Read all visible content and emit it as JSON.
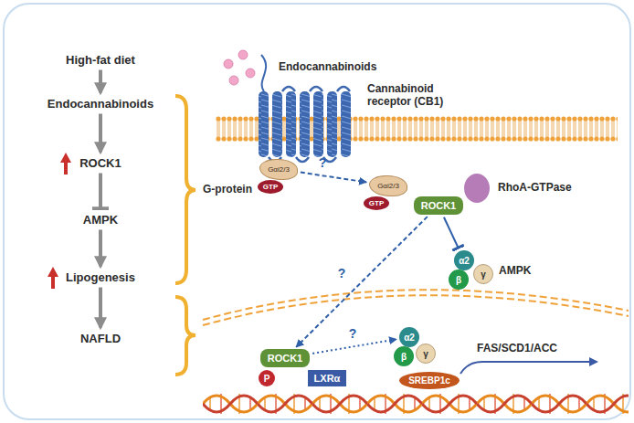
{
  "diagram": {
    "nodes": [
      {
        "text": [
          "High-fat diet"
        ]
      },
      {
        "text": [
          "Endocannabinoids"
        ]
      },
      {
        "text": [
          "ROCK1"
        ]
      },
      {
        "text": [
          "AMPK"
        ]
      },
      {
        "text": [
          "Lipogenesis"
        ]
      },
      {
        "text": [
          "NAFLD"
        ]
      },
      {
        "text": [
          "Gαi2/3"
        ]
      },
      {
        "text": [
          "GTP"
        ]
      },
      {
        "text": [
          "Gαi2/3"
        ]
      },
      {
        "text": [
          "GTP"
        ]
      },
      {
        "text": [
          "ROCK1"
        ]
      },
      {
        "text": [
          "α2"
        ]
      },
      {
        "text": [
          "β"
        ]
      },
      {
        "text": [
          "γ"
        ]
      },
      {
        "text": [
          "ROCK1"
        ]
      },
      {
        "text": [
          "P"
        ]
      },
      {
        "text": [
          "LXRα"
        ]
      },
      {
        "text": [
          "α2"
        ]
      },
      {
        "text": [
          "β"
        ]
      },
      {
        "text": [
          "γ"
        ]
      },
      {
        "text": [
          "SREBP1c"
        ]
      }
    ],
    "edges": [
      {
        "from": 0,
        "to": 1,
        "arrow": "to"
      },
      {
        "from": 1,
        "to": 2,
        "arrow": "to"
      },
      {
        "from": 2,
        "to": 3,
        "arrow": "to"
      },
      {
        "from": 3,
        "to": 4,
        "arrow": "to"
      },
      {
        "from": 4,
        "to": 5,
        "arrow": "to"
      },
      {
        "from": 6,
        "to": 8,
        "label": "?",
        "arrow": "to"
      },
      {
        "from": 10,
        "to": 11,
        "arrow": "to"
      },
      {
        "from": 10,
        "to": 14,
        "label": "?",
        "arrow": "to"
      },
      {
        "from": 14,
        "to": 17,
        "label": "?",
        "arrow": "to"
      }
    ],
    "labels": [
      "Endocannabinoids",
      "Cannabinoid receptor (CB1)",
      "G-protein",
      "RhoA-GTPase",
      "AMPK",
      "FAS/SCD1/ACC"
    ]
  }
}
